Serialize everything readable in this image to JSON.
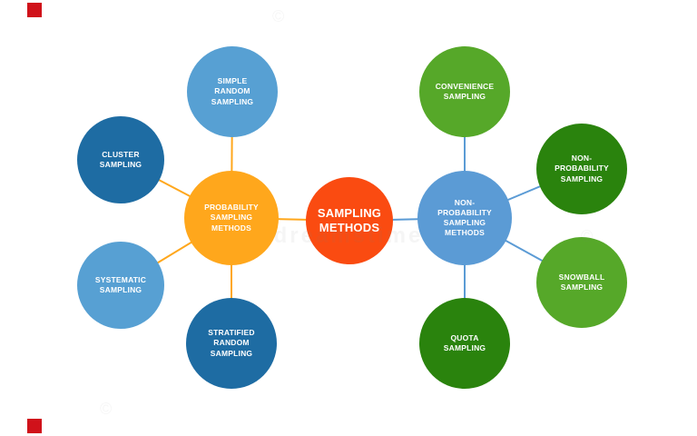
{
  "watermark": {
    "brand": "dreamstime",
    "mark_color": "#d0121a",
    "copyright_glyph": "©"
  },
  "diagram": {
    "title": "SAMPLING METHODS",
    "connector_colors": {
      "left": "#ffa71c",
      "right": "#5b9bd5"
    },
    "nodes": {
      "center": {
        "label": "SAMPLING METHODS",
        "color": "#fa4b11"
      },
      "hub_left": {
        "label": "PROBABILITY SAMPLING METHODS",
        "color": "#ffa71c"
      },
      "hub_right": {
        "label": "NON-PROBABILITY SAMPLING METHODS",
        "color": "#5b9bd5"
      },
      "simple_random": {
        "label": "SIMPLE RANDOM SAMPLING",
        "color": "#57a0d3"
      },
      "cluster": {
        "label": "CLUSTER SAMPLING",
        "color": "#1e6ca3"
      },
      "systematic": {
        "label": "SYSTEMATIC SAMPLING",
        "color": "#57a0d3"
      },
      "stratified": {
        "label": "STRATIFIED RANDOM SAMPLING",
        "color": "#1e6ca3"
      },
      "convenience": {
        "label": "CONVENIENCE SAMPLING",
        "color": "#56a829"
      },
      "non_probability": {
        "label": "NON-PROBABILITY SAMPLING",
        "color": "#2a830d"
      },
      "snowball": {
        "label": "SNOWBALL SAMPLING",
        "color": "#56a829"
      },
      "quota": {
        "label": "QUOTA SAMPLING",
        "color": "#2a830d"
      }
    }
  }
}
